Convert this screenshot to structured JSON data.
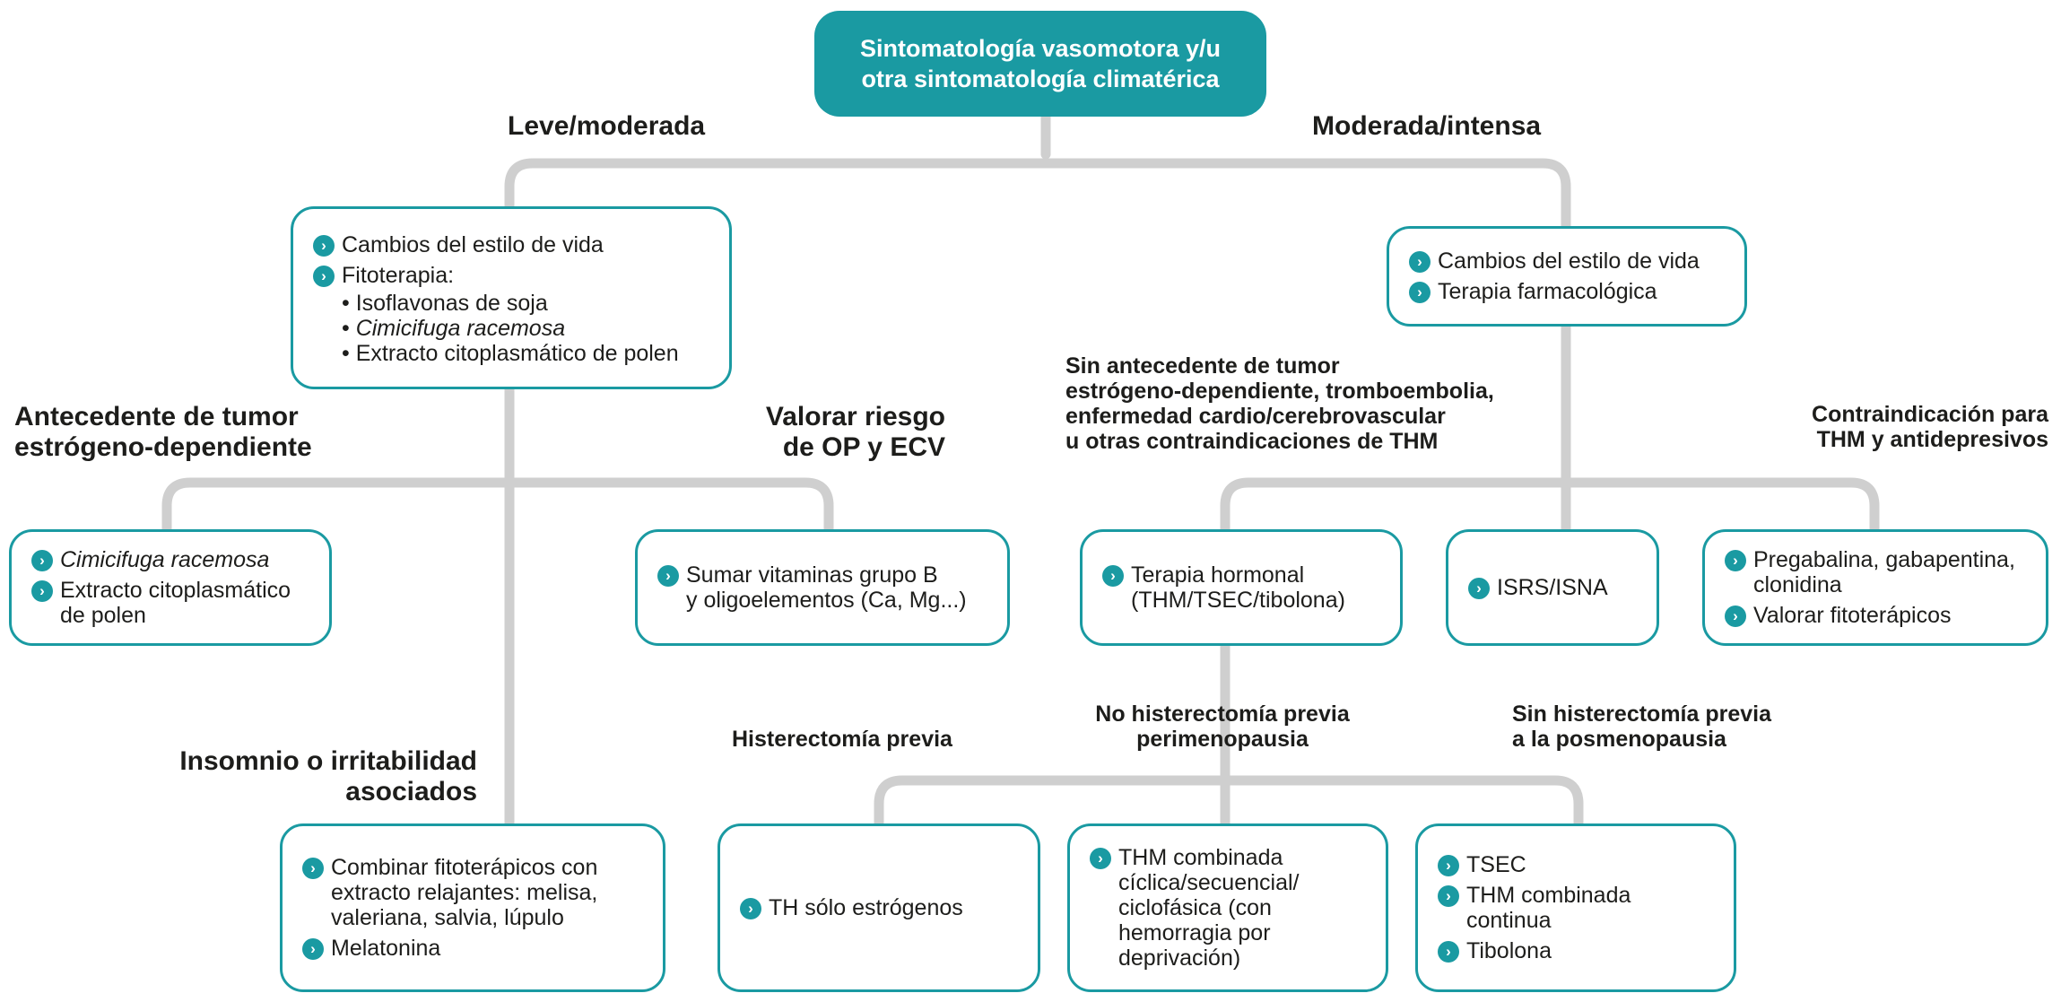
{
  "top": {
    "line1": "Sintomatología vasomotora y/u",
    "line2": "otra sintomatología climatérica"
  },
  "labels": {
    "leve": "Leve/moderada",
    "moderada": "Moderada/intensa",
    "antecedente": [
      "Antecedente de tumor",
      "estrógeno-dependiente"
    ],
    "valorar": [
      "Valorar riesgo",
      "de OP y ECV"
    ],
    "insomnio": [
      "Insomnio o irritabilidad",
      "asociados"
    ],
    "sin_antecedente": [
      "Sin antecedente de tumor",
      "estrógeno-dependiente, tromboembolia,",
      "enfermedad cardio/cerebrovascular",
      "u otras contraindicaciones de THM"
    ],
    "contraindicacion": [
      "Contraindicación para",
      "THM y antidepresivos"
    ],
    "histerectomia": "Histerectomía previa",
    "no_histerectomia": [
      "No histerectomía previa",
      "perimenopausia"
    ],
    "sin_histerectomia": [
      "Sin histerectomía previa",
      "a la posmenopausia"
    ]
  },
  "boxes": {
    "leve": {
      "item1": "Cambios del estilo de vida",
      "item2": "Fitoterapia:",
      "subs": [
        "• Isoflavonas de soja",
        "Cimicifuga racemosa",
        "• Extracto citoplasmático de polen"
      ]
    },
    "moderada": {
      "item1": "Cambios del estilo de vida",
      "item2": "Terapia farmacológica"
    },
    "cimicifuga": {
      "item1": "Cimicifuga racemosa",
      "item2": [
        "Extracto citoplasmático",
        "de polen"
      ]
    },
    "vitaminas": {
      "item1": [
        "Sumar vitaminas grupo B",
        "y oligoelementos (Ca, Mg...)"
      ]
    },
    "terapia_hormonal": {
      "item1": [
        "Terapia hormonal",
        "(THM/TSEC/tibolona)"
      ]
    },
    "isrs": {
      "item1": "ISRS/ISNA"
    },
    "pregabalina": {
      "item1": [
        "Pregabalina, gabapentina,",
        "clonidina"
      ],
      "item2": "Valorar fitoterápicos"
    },
    "combinar": {
      "item1": [
        "Combinar fitoterápicos con",
        "extracto relajantes: melisa,",
        "valeriana, salvia, lúpulo"
      ],
      "item2": "Melatonina"
    },
    "th_solo": {
      "item1": "TH sólo estrógenos"
    },
    "thm_ciclica": {
      "item1": [
        "THM combinada",
        "cíclica/secuencial/",
        "ciclofásica (con",
        "hemorragia por",
        "deprivación)"
      ]
    },
    "tsec": {
      "item1": "TSEC",
      "item2": [
        "THM combinada",
        "continua"
      ],
      "item3": "Tibolona"
    }
  },
  "colors": {
    "accent": "#1a9aa2",
    "connector": "#cfcfcf"
  },
  "icons": {
    "bullet": "chevron-right-icon"
  }
}
